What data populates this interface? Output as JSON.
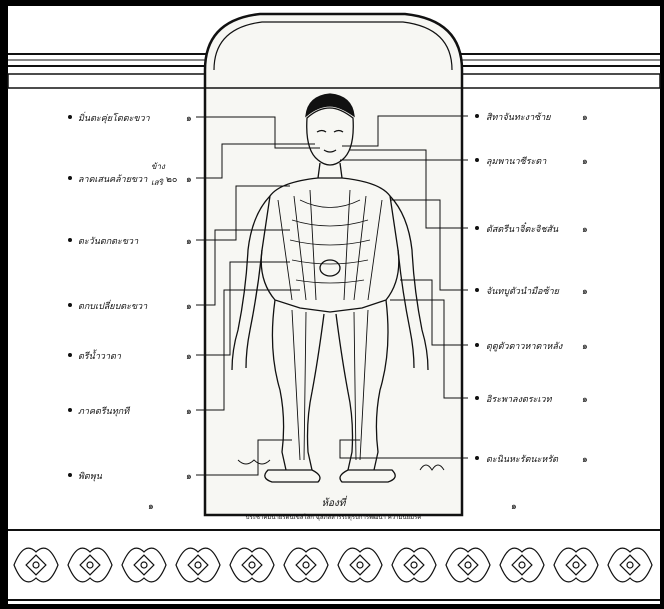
{
  "left_labels": [
    {
      "text": "มิ่นตะคุ่ยโตตะขวา",
      "count": "๑"
    },
    {
      "text": "ลาดเสนคล้ายขวา",
      "count": "๑"
    },
    {
      "text": "ตะวันตกตะขวา",
      "count": "๑"
    },
    {
      "text": "ตกบเปลี่ยบตะขวา",
      "count": "๑"
    },
    {
      "text": "ตรีน้ำวาตา",
      "count": "๑"
    },
    {
      "text": "ภาคตรีนทุกที",
      "count": "๑"
    },
    {
      "text": "พิตพุน",
      "count": "๑"
    }
  ],
  "left_extra": {
    "upper": "ข้าง",
    "lower": "เสริ",
    "count": "๒๐"
  },
  "right_labels": [
    {
      "text": "สิทาจันทะงาซ้าย",
      "count": "๑"
    },
    {
      "text": "ลุมพานาซีระตา",
      "count": "๑"
    },
    {
      "text": "ตัสตรีนาจิ๋ตะจิชสัน",
      "count": "๑"
    },
    {
      "text": "จันทบูตัวนำมือซ้าย",
      "count": "๑"
    },
    {
      "text": "ตุตูตัวตาวหาตาหลัง",
      "count": "๑"
    },
    {
      "text": "อิระพาลงตระเวท",
      "count": "๑"
    },
    {
      "text": "ตะนินหะรัตนะหรัต",
      "count": "๑"
    }
  ],
  "bottom_marks": {
    "left": "๑",
    "right": "๑"
  },
  "caption": {
    "title": "ห้องที่",
    "subtitle": "ประชาคมนายรัตนเขลโลก ฉุลภัสสารระดุรับการพัฒนา ความนิยมรัค"
  },
  "colors": {
    "background": "#000000",
    "paper": "#ffffff",
    "ink": "#111111"
  }
}
